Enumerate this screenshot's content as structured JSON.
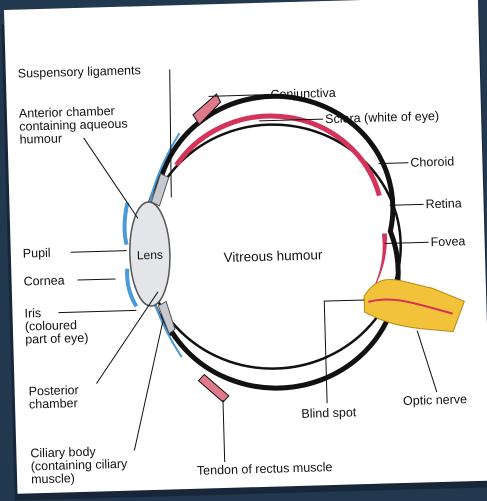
{
  "diagram": {
    "labels": {
      "suspensory": "Suspensory ligaments",
      "anterior": [
        "Anterior chamber",
        "containing aqueous",
        "humour"
      ],
      "pupil": "Pupil",
      "cornea": "Cornea",
      "iris": [
        "Iris",
        "(coloured",
        "part of eye)"
      ],
      "posterior": [
        "Posterior",
        "chamber"
      ],
      "ciliary": [
        "Ciliary body",
        "(containing ciliary",
        "muscle)"
      ],
      "lens": "Lens",
      "vitreous": "Vitreous humour",
      "conjunctiva": "Conjunctiva",
      "sclera": "Sclera (white of eye)",
      "choroid": "Choroid",
      "retina": "Retina",
      "fovea": "Fovea",
      "optic_nerve": "Optic nerve",
      "blind_spot": "Blind spot",
      "tendon": "Tendon of rectus muscle"
    },
    "colors": {
      "background": "#22384f",
      "paper": "#ffffff",
      "sclera_line": "#111111",
      "choroid_retina": "#d4335a",
      "cornea_blue": "#4a9ad9",
      "lens_fill": "#e3e5e8",
      "nerve_yellow": "#f2c23a",
      "muscle_pink": "#e07a8a"
    }
  }
}
